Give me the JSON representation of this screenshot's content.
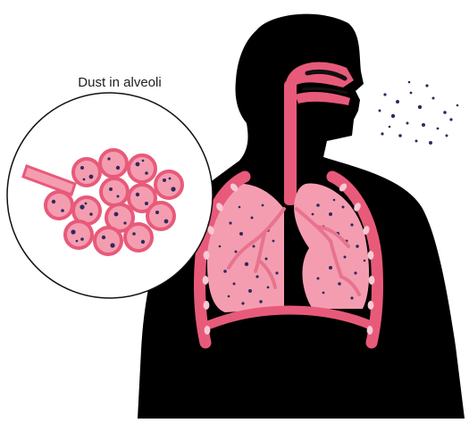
{
  "caption": "Dust in alveoli",
  "colors": {
    "body": "#000000",
    "airway": "#e85a7a",
    "lung": "#f49db1",
    "lung_dark": "#e8738f",
    "dust": "#2e2a5c",
    "background": "#ffffff",
    "ring": "#111111"
  },
  "icons": {
    "figure": "human-torso-silhouette",
    "magnifier": "alveoli-magnifier-circle"
  }
}
